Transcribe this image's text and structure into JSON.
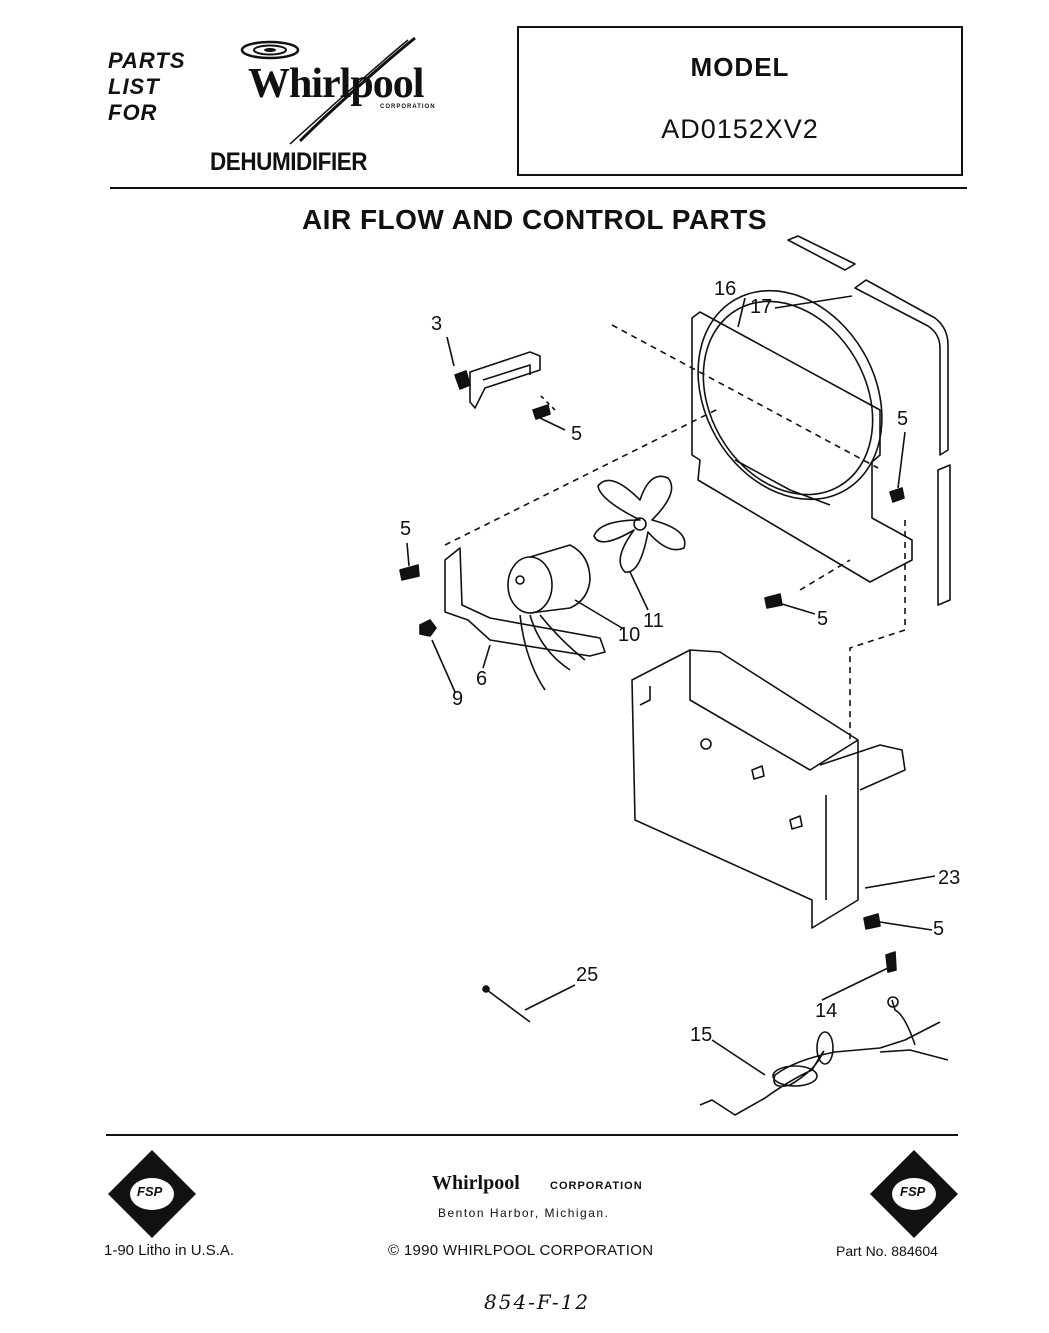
{
  "header": {
    "parts_list_lines": [
      "PARTS",
      "LIST",
      "FOR"
    ],
    "brand": "Whirlpool",
    "brand_sub": "CORPORATION",
    "product": "DEHUMIDIFIER",
    "model_label": "MODEL",
    "model_number": "AD0152XV2"
  },
  "section_title": "AIR FLOW AND CONTROL PARTS",
  "callouts": [
    "3",
    "5",
    "16",
    "17",
    "5",
    "5",
    "11",
    "10",
    "5",
    "9",
    "6",
    "23",
    "5",
    "25",
    "14",
    "15"
  ],
  "footer": {
    "fsp_logo": "FSP",
    "corp_name": "Whirlpool",
    "corp_suffix": "CORPORATION",
    "city": "Benton Harbor, Michigan.",
    "litho": "1-90 Litho in U.S.A.",
    "copyright": "© 1990 WHIRLPOOL CORPORATION",
    "part_no": "Part No. 884604",
    "handwritten_note": "854-F-12"
  }
}
